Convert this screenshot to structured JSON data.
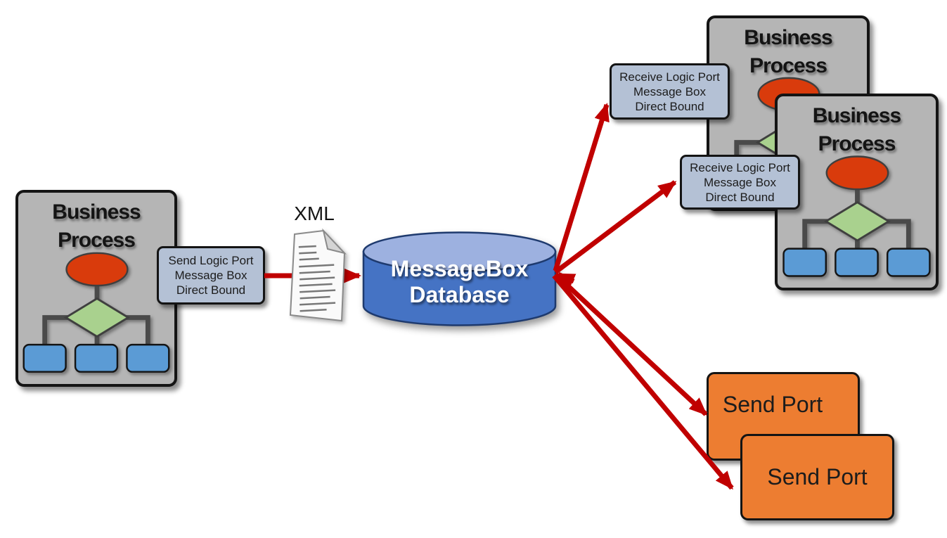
{
  "nodes": {
    "business_process_left": {
      "title": "Business Process"
    },
    "business_process_back": {
      "title": "Business Process"
    },
    "business_process_front": {
      "title": "Business Process"
    },
    "send_logic_port": {
      "line1": "Send Logic Port",
      "line2": "Message Box",
      "line3": "Direct Bound"
    },
    "receive_logic_port_top": {
      "line1": "Receive Logic Port",
      "line2": "Message Box",
      "line3": "Direct Bound"
    },
    "receive_logic_port_bottom": {
      "line1": "Receive Logic Port",
      "line2": "Message Box",
      "line3": "Direct Bound"
    },
    "xml_document": {
      "label": "XML"
    },
    "messagebox_database": {
      "line1": "MessageBox",
      "line2": "Database"
    },
    "send_port_back": {
      "label": "Send Port"
    },
    "send_port_front": {
      "label": "Send Port"
    }
  },
  "edges": [
    {
      "from": "send_logic_port",
      "to": "messagebox_database",
      "via": "xml_document"
    },
    {
      "from": "messagebox_database",
      "to": "receive_logic_port_top"
    },
    {
      "from": "messagebox_database",
      "to": "receive_logic_port_bottom"
    },
    {
      "from": "messagebox_database",
      "to": "send_port_back"
    },
    {
      "from": "messagebox_database",
      "to": "send_port_front"
    },
    {
      "from": "send_ports",
      "to": "messagebox_database",
      "note": "inbound arrowhead at database right edge"
    }
  ],
  "colors": {
    "arrow_red": "#c00000",
    "process_card_fill": "#b5b5b5",
    "logic_port_fill": "#b4c1d5",
    "send_port_fill": "#ed7d31",
    "database_body": "#4573c4",
    "database_top": "#9db1e0",
    "flow_ellipse": "#d93b0c",
    "flow_diamond": "#a9d18e",
    "flow_task_box": "#5b9bd5",
    "flow_connector": "#4a4a4a"
  }
}
